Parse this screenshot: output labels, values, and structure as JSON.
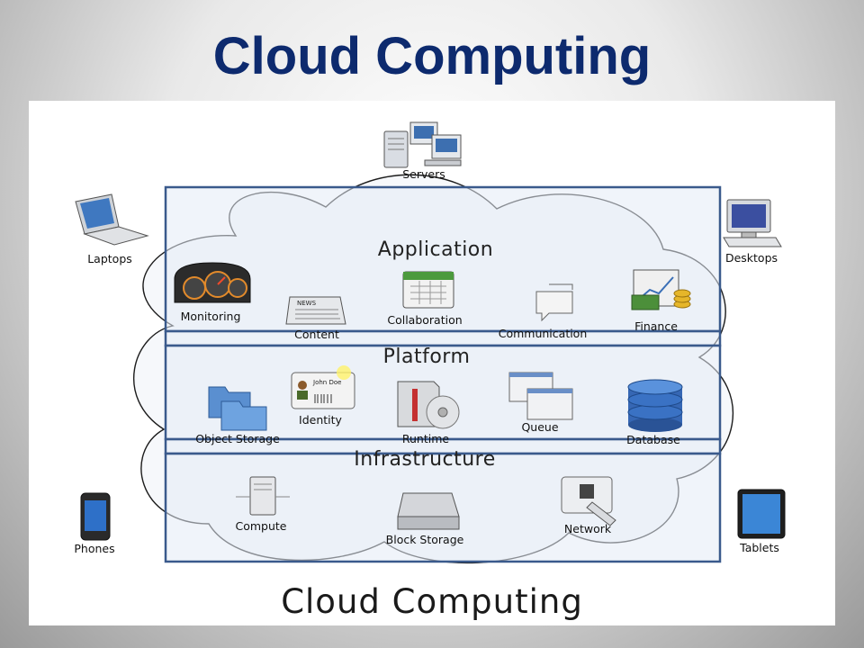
{
  "slide_title": "Cloud Computing",
  "diagram": {
    "footer_title": "Cloud Computing",
    "layers": {
      "application": {
        "title": "Application",
        "items": [
          "Monitoring",
          "Content",
          "Collaboration",
          "Communication",
          "Finance"
        ]
      },
      "platform": {
        "title": "Platform",
        "items": [
          "Object Storage",
          "Identity",
          "Runtime",
          "Queue",
          "Database"
        ]
      },
      "infrastructure": {
        "title": "Infrastructure",
        "items": [
          "Compute",
          "Block Storage",
          "Network"
        ]
      }
    },
    "clients": {
      "servers": "Servers",
      "laptops": "Laptops",
      "desktops": "Desktops",
      "phones": "Phones",
      "tablets": "Tablets"
    },
    "identity_card_name": "John Doe",
    "news_label": "NEWS"
  },
  "colors": {
    "title": "#0d2a6e",
    "layer_border": "#3a5a8c",
    "layer_fill": "#eef2f8"
  }
}
